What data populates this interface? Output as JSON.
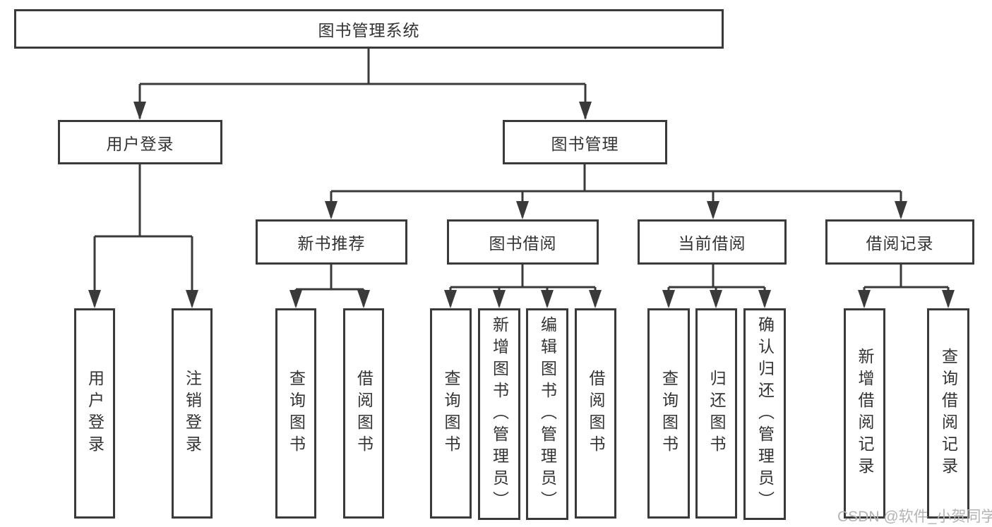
{
  "tree": {
    "root": {
      "label": "图书管理系统",
      "children": [
        {
          "label": "用户登录",
          "children": [
            {
              "label": "用户登录"
            },
            {
              "label": "注销登录"
            }
          ]
        },
        {
          "label": "图书管理",
          "children": [
            {
              "label": "新书推荐",
              "children": [
                {
                  "label": "查询图书"
                },
                {
                  "label": "借阅图书"
                }
              ]
            },
            {
              "label": "图书借阅",
              "children": [
                {
                  "label": "查询图书"
                },
                {
                  "label": "新增图书（管理员）"
                },
                {
                  "label": "编辑图书（管理员）"
                },
                {
                  "label": "借阅图书"
                }
              ]
            },
            {
              "label": "当前借阅",
              "children": [
                {
                  "label": "查询图书"
                },
                {
                  "label": "归还图书"
                },
                {
                  "label": "确认归还（管理员）"
                }
              ]
            },
            {
              "label": "借阅记录",
              "children": [
                {
                  "label": "新增借阅记录"
                },
                {
                  "label": "查询借阅记录"
                }
              ]
            }
          ]
        }
      ]
    }
  },
  "watermark": {
    "text": "CSDN @软件_小贺同学",
    "color": "#b3b3b3"
  },
  "colors": {
    "line": "#3a3a3a",
    "box_border": "#3a3a3a",
    "text": "#333333",
    "background": "#ffffff"
  }
}
